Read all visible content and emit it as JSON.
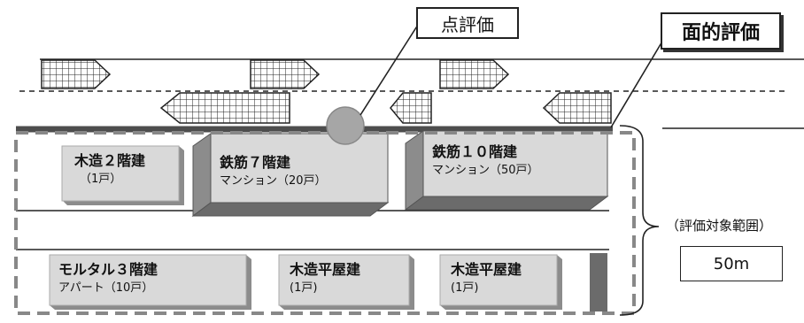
{
  "callouts": {
    "point": "点評価",
    "area": "面的評価"
  },
  "range": {
    "label": "（評価対象範囲）",
    "value": "50m"
  },
  "buildings": {
    "mokuzo2": {
      "line1": "木造２階建",
      "line2": "（1戸）"
    },
    "rc7": {
      "line1": "鉄筋７階建",
      "line2": "マンション（20戸）"
    },
    "rc10": {
      "line1": "鉄筋１０階建",
      "line2": "マンション（50戸）"
    },
    "mortar3": {
      "line1": "モルタル３階建",
      "line2": "アパート（10戸）"
    },
    "hiraya_a": {
      "line1": "木造平屋建",
      "line2": "(1戸)"
    },
    "hiraya_b": {
      "line1": "木造平屋建",
      "line2": "(1戸)"
    }
  },
  "icons": {
    "vehicle": "vehicle-icon",
    "evaluation_point": "evaluation-point-icon"
  },
  "colors": {
    "building_fill": "#d9d9d9",
    "building_side": "#8c8c8c",
    "road_edge": "#4d4d4d",
    "range_border": "#888888",
    "point_marker": "#a6a6a6"
  }
}
